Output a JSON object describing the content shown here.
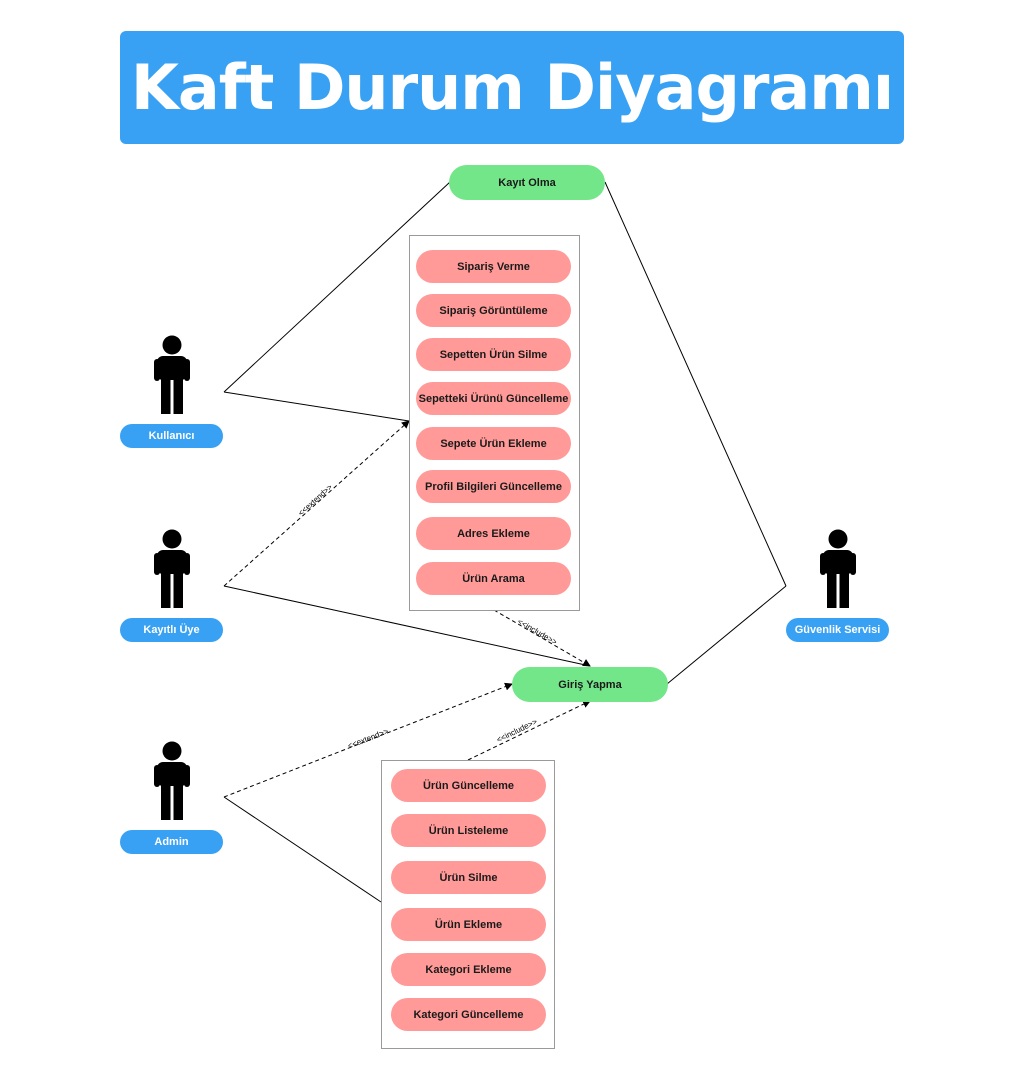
{
  "title": "Kaft Durum Diyagramı",
  "actors": {
    "kullanici": "Kullanıcı",
    "kayitli_uye": "Kayıtlı Üye",
    "admin": "Admin",
    "guvenlik_servisi": "Güvenlik Servisi"
  },
  "use_cases": {
    "kayit_olma": "Kayıt Olma",
    "giris_yapma": "Giriş Yapma"
  },
  "user_actions": [
    "Sipariş Verme",
    "Sipariş Görüntüleme",
    "Sepetten Ürün Silme",
    "Sepetteki Ürünü Güncelleme",
    "Sepete Ürün Ekleme",
    "Profil Bilgileri Güncelleme",
    "Adres Ekleme",
    "Ürün Arama"
  ],
  "admin_actions": [
    "Ürün Güncelleme",
    "Ürün Listeleme",
    "Ürün Silme",
    "Ürün Ekleme",
    "Kategori Ekleme",
    "Kategori Güncelleme"
  ],
  "relations": {
    "extend": "<<extend>>",
    "include": "<<include>>"
  },
  "colors": {
    "title_bg": "#38a1f3",
    "actor_label_bg": "#38a1f3",
    "action_pill": "#ff9a98",
    "use_case_pill": "#74e68a"
  }
}
